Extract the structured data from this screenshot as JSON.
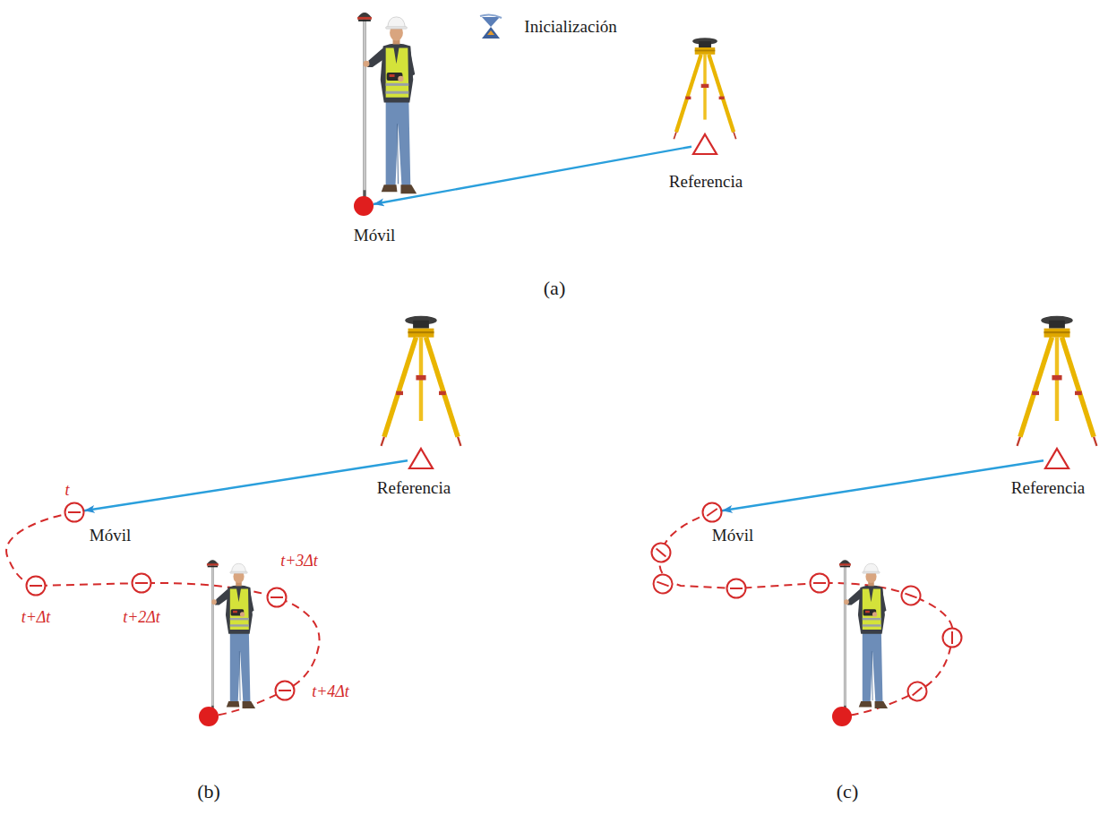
{
  "diagram": {
    "nodes": [
      {
        "text": [
          "Móvil"
        ]
      },
      {
        "text": [
          "Referencia"
        ]
      },
      {
        "text": [
          "Móvil"
        ]
      },
      {
        "text": [
          "Referencia"
        ]
      },
      {
        "text": [
          "Móvil"
        ]
      },
      {
        "text": [
          "Referencia"
        ]
      }
    ],
    "edges": [
      {
        "from": 1,
        "to": 0,
        "arrow": "to"
      },
      {
        "from": 3,
        "to": 2,
        "arrow": "to"
      },
      {
        "from": 5,
        "to": 4,
        "arrow": "to"
      }
    ],
    "labels": [
      "Inicialización",
      "(a)",
      "t",
      "t+Δt",
      "t+2Δt",
      "t+3Δt",
      "t+4Δt",
      "(b)",
      "(c)"
    ]
  }
}
